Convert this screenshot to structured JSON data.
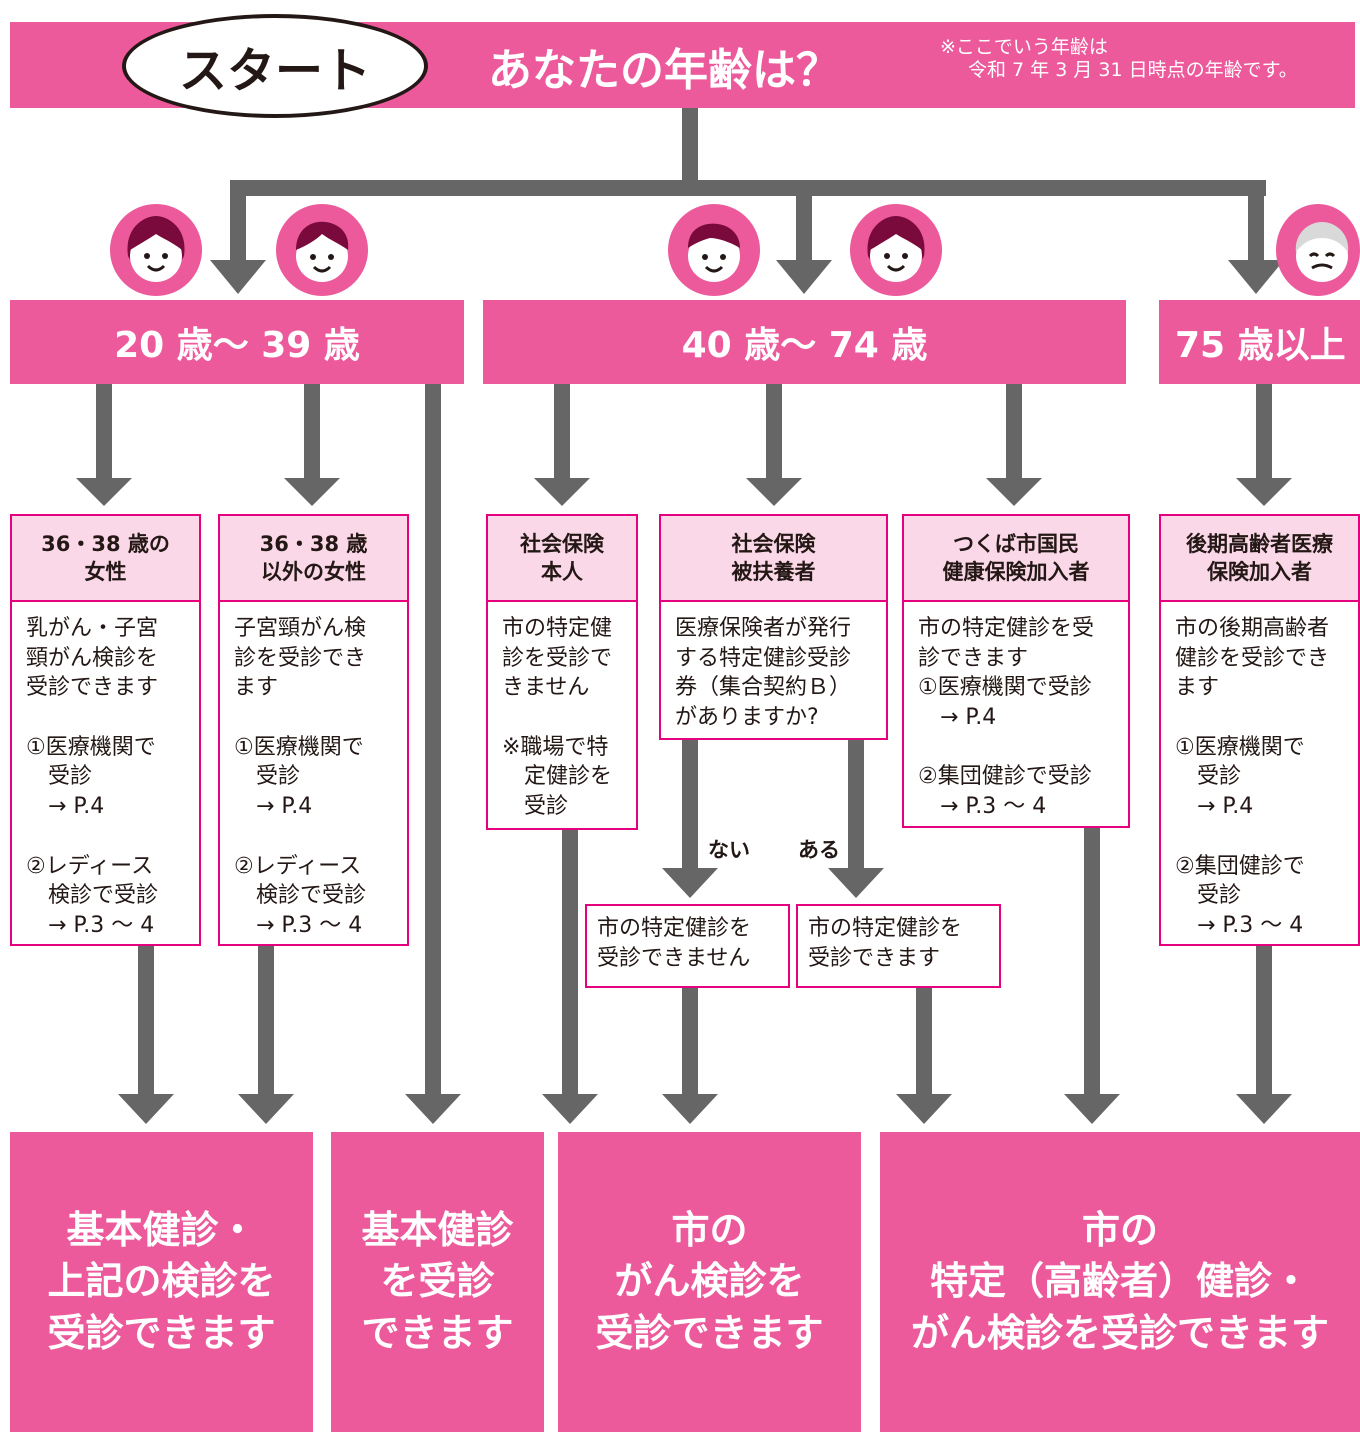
{
  "header": {
    "start_label": "スタート",
    "question": "あなたの年齢は？",
    "note_line1": "※ここでいう年齢は",
    "note_line2": "令和 7 年 3 月 31 日時点の年齢です。"
  },
  "age_groups": {
    "young": "20 歳〜 39 歳",
    "middle": "40 歳〜 74 歳",
    "senior": "75 歳以上"
  },
  "categories": {
    "women_36_38": {
      "title": "36・38 歳の\n女性",
      "body": "乳がん・子宮\n頸がん検診を\n受診できます\n\n①医療機関で\n　受診\n　→ P.4\n\n②レディース\n　検診で受診\n　→ P.3 〜 4"
    },
    "women_other": {
      "title": "36・38 歳\n以外の女性",
      "body": "子宮頸がん検\n診を受診でき\nます\n\n①医療機関で\n　受診\n　→ P.4\n\n②レディース\n　検診で受診\n　→ P.3 〜 4"
    },
    "social_insured": {
      "title": "社会保険\n本人",
      "body": "市の特定健\n診を受診で\nきません\n\n※職場で特\n　定健診を\n　受診"
    },
    "social_dependent": {
      "title": "社会保険\n被扶養者",
      "body": "医療保険者が発行\nする特定健診受診\n券（集合契約Ｂ）\nがありますか?"
    },
    "tsukuba_nhi": {
      "title": "つくば市国民\n健康保険加入者",
      "body": "市の特定健診を受\n診できます\n①医療機関で受診\n　→ P.4\n\n②集団健診で受診\n　→ P.3 〜 4"
    },
    "late_elderly": {
      "title": "後期高齢者医療\n保険加入者",
      "body": "市の後期高齢者\n健診を受診でき\nます\n\n①医療機関で\n　受診\n　→ P.4\n\n②集団健診で\n　受診\n　→ P.3 〜 4"
    }
  },
  "branches": {
    "no": "ない",
    "yes": "ある",
    "no_result": "市の特定健診を\n受診できません",
    "yes_result": "市の特定健診を\n受診できます"
  },
  "outcomes": {
    "basic_plus": "基本健診・\n上記の検診を\n受診できます",
    "basic": "基本健診\nを受診\nできます",
    "cancer": "市の\nがん検診を\n受診できます",
    "specific_cancer": "市の\n特定（高齢者）健診・\nがん検診を受診できます"
  },
  "colors": {
    "accent_pink": "#ec5a9c",
    "border_magenta": "#e4007f",
    "light_pink": "#fbd8e8",
    "arrow_gray": "#666666"
  }
}
